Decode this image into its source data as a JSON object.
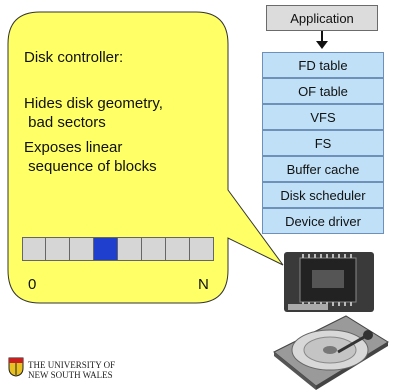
{
  "application": "Application",
  "layers": [
    "FD table",
    "OF table",
    "VFS",
    "FS",
    "Buffer cache",
    "Disk scheduler",
    "Device driver"
  ],
  "callout": {
    "title": "Disk controller:",
    "line1": "Hides disk geometry,",
    "line2": " bad sectors",
    "line3": "Exposes linear",
    "line4": " sequence of blocks"
  },
  "blocks": {
    "count": 8,
    "selected_index": 3,
    "start_label": "0",
    "end_label": "N"
  },
  "university": {
    "line1": "THE UNIVERSITY OF",
    "line2": "NEW SOUTH WALES"
  },
  "colors": {
    "bubble": "#ffff66",
    "layer": "#bfe0f6",
    "selected_block": "#1f3fcf"
  }
}
